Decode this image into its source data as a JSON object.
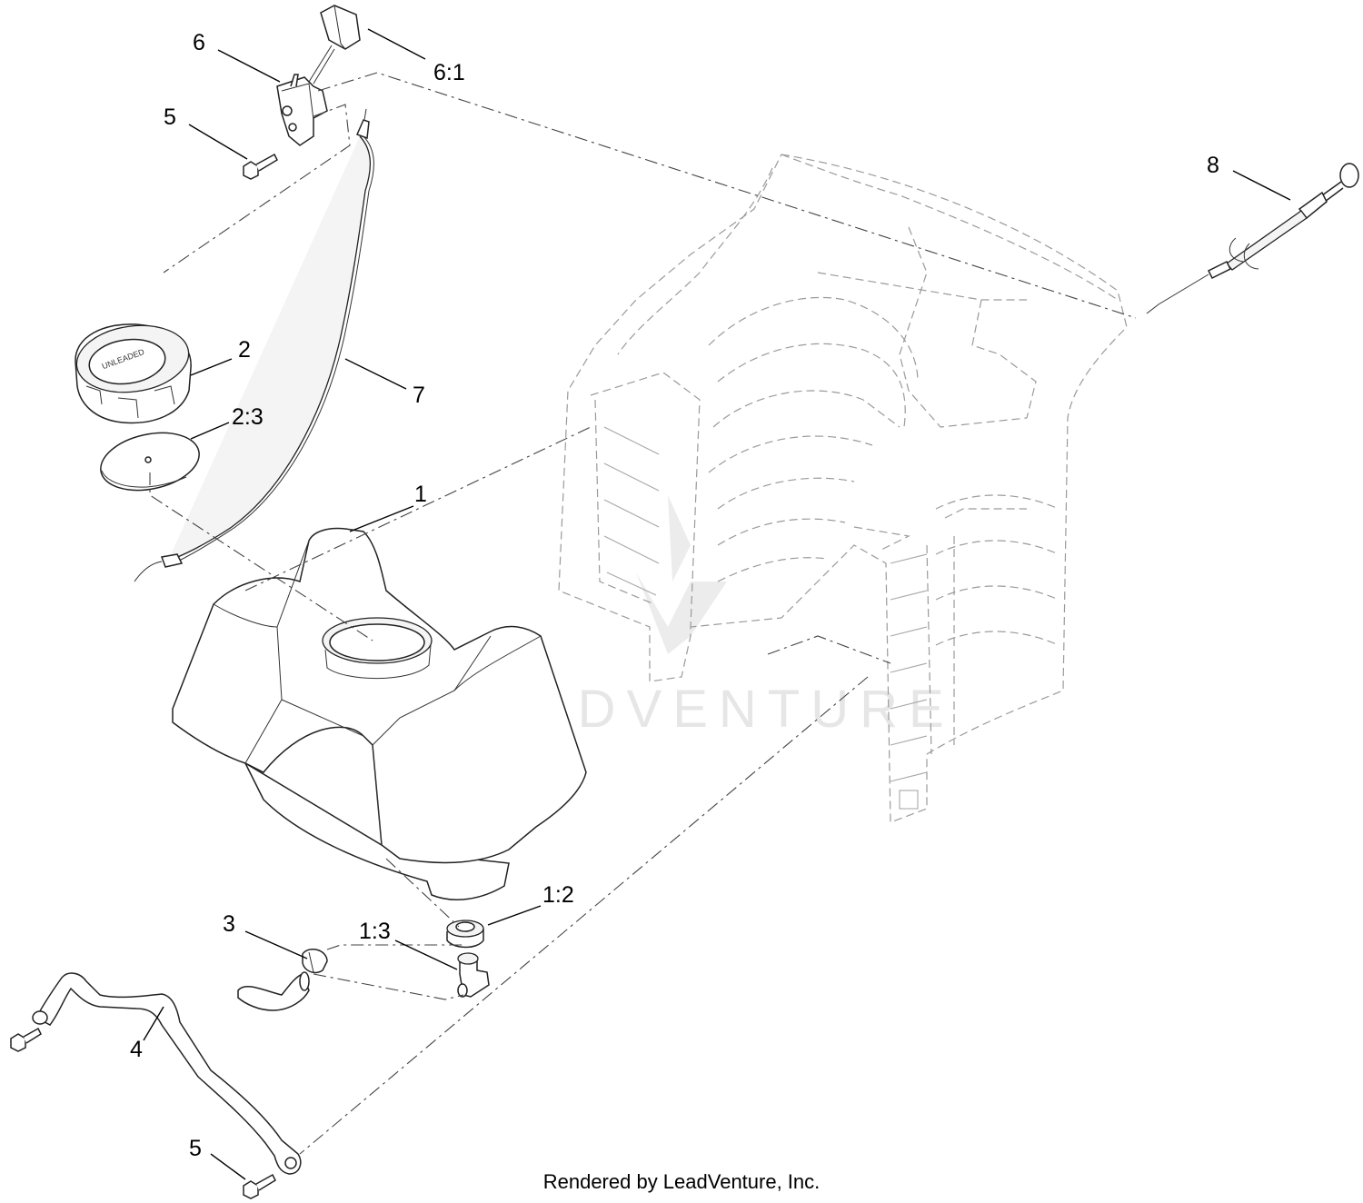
{
  "callouts": {
    "c1": "1",
    "c1_2": "1:2",
    "c1_3": "1:3",
    "c2": "2",
    "c2_3": "2:3",
    "c3": "3",
    "c4": "4",
    "c5_top": "5",
    "c5_bottom": "5",
    "c6": "6",
    "c6_1": "6:1",
    "c7": "7",
    "c8": "8"
  },
  "watermark": "LEADVENTURE",
  "footer": "Rendered by LeadVenture, Inc."
}
